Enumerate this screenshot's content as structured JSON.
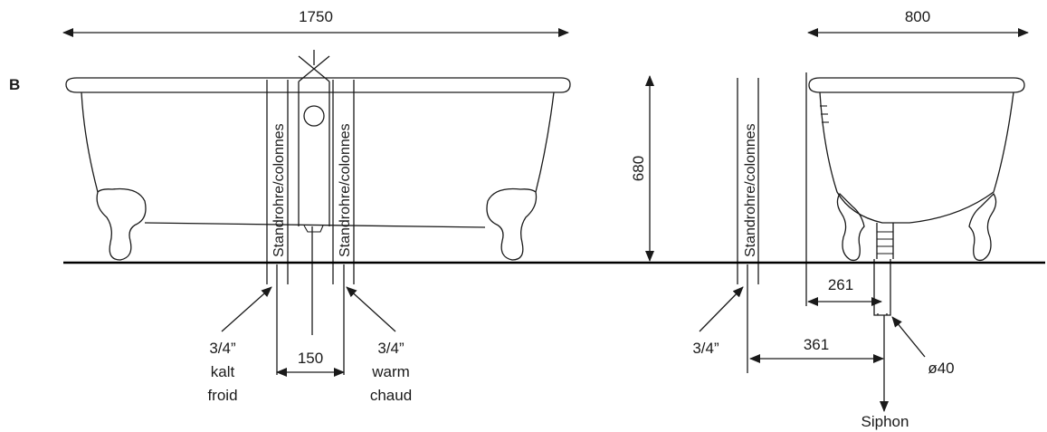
{
  "section_label": "B",
  "dimensions": {
    "front_width": "1750",
    "side_width": "800",
    "height": "680",
    "pipe_spacing": "150",
    "wall_to_drain": "261",
    "pipe_to_drain": "361",
    "drain_diameter": "ø40"
  },
  "standpipe_label": "Standrohre/colonnes",
  "connections": {
    "cold_size": "3/4”",
    "cold_de": "kalt",
    "cold_fr": "froid",
    "warm_size": "3/4”",
    "warm_de": "warm",
    "warm_fr": "chaud",
    "side_size": "3/4”"
  },
  "siphon_label": "Siphon",
  "colors": {
    "line": "#1a1a1a",
    "background": "#ffffff"
  }
}
